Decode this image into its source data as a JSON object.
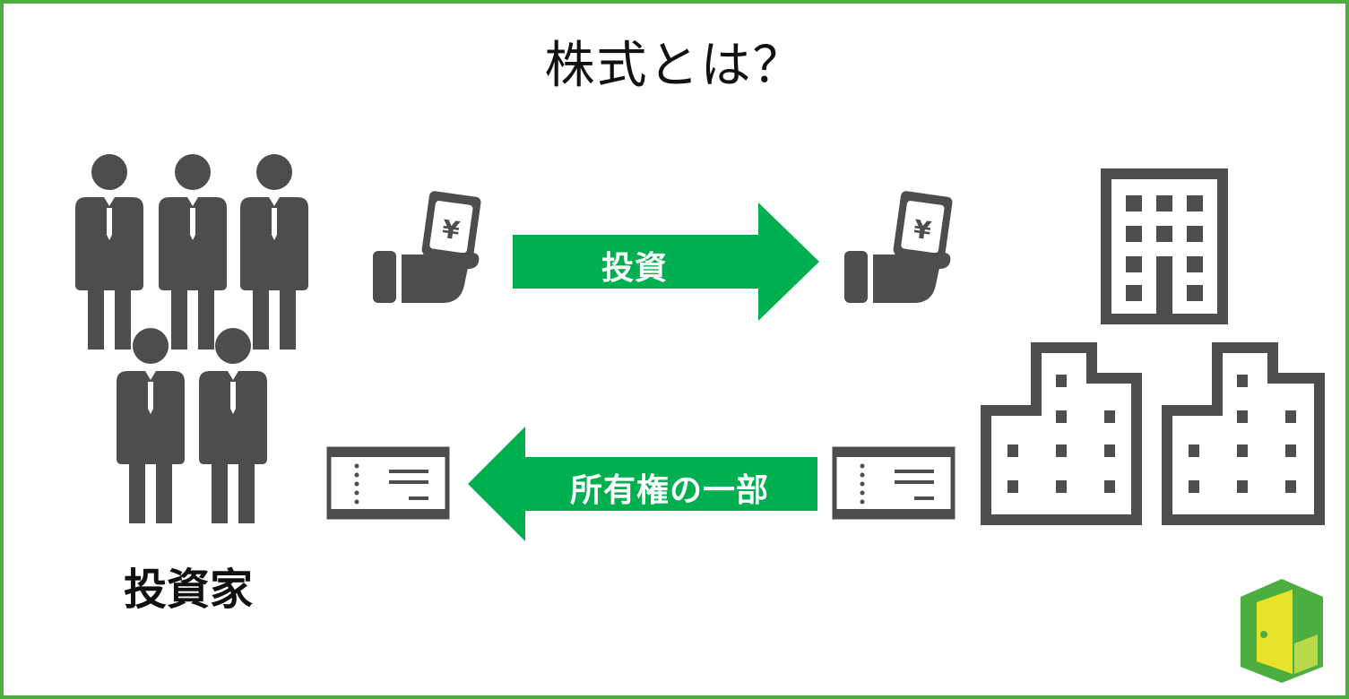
{
  "title": "株式とは？",
  "arrows": {
    "investment_label": "投資",
    "ownership_label": "所有権の一部"
  },
  "investor_label": "投資家",
  "icons": {
    "money_glyph": "¥",
    "people": [
      "person-icon",
      "person-icon",
      "person-icon",
      "person-icon",
      "person-icon"
    ],
    "hands": [
      "money-hand-icon",
      "money-hand-icon"
    ],
    "tickets": [
      "stock-certificate-icon",
      "stock-certificate-icon"
    ],
    "buildings": [
      "office-building-icon",
      "office-building-icon",
      "office-building-icon"
    ],
    "logo": "door-logo-icon"
  },
  "colors": {
    "border": "#4cae3f",
    "arrow": "#00b050",
    "icon": "#4d4d4d",
    "logo_green": "#4cae3f",
    "logo_yellow": "#e8e32a"
  }
}
